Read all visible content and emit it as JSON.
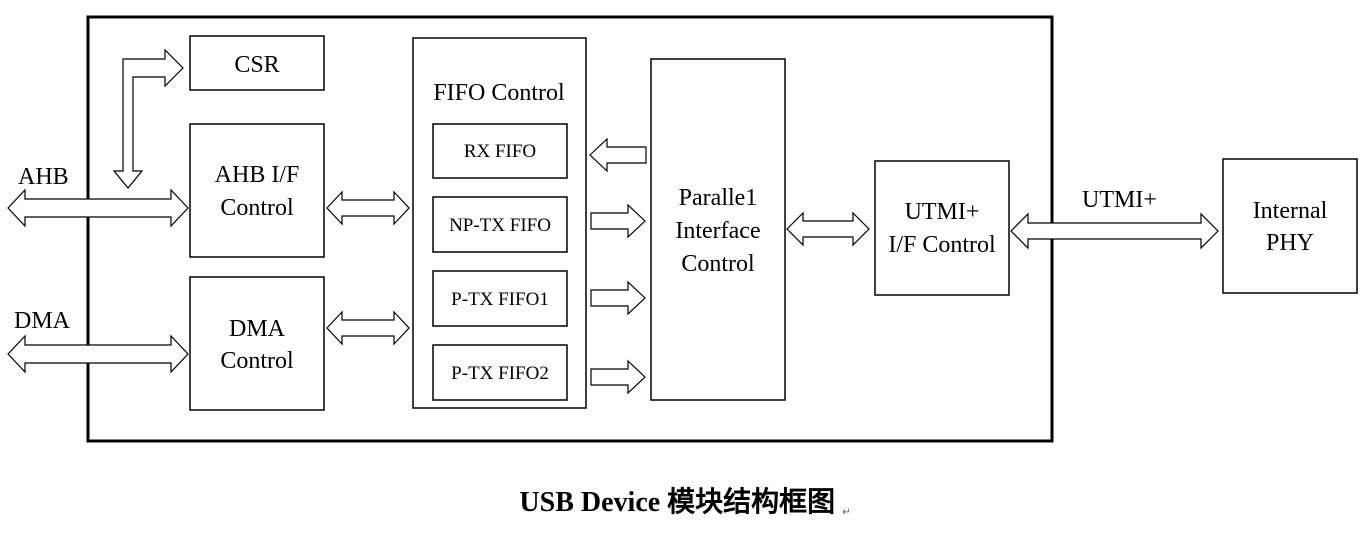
{
  "blocks": {
    "csr": "CSR",
    "ahb_if": [
      "AHB I/F",
      "Control"
    ],
    "dma_ctrl": [
      "DMA",
      "Control"
    ],
    "fifo_control": "FIFO Control",
    "rx_fifo": "RX FIFO",
    "np_tx_fifo": "NP-TX FIFO",
    "p_tx_fifo1": "P-TX FIFO1",
    "p_tx_fifo2": "P-TX FIFO2",
    "parallel_if": [
      "Paralle1",
      "Interface",
      "Control"
    ],
    "utmi_if": [
      "UTMI+",
      "I/F Control"
    ],
    "internal_phy": [
      "Internal",
      "PHY"
    ]
  },
  "external_labels": {
    "ahb": "AHB",
    "dma": "DMA",
    "utmi": "UTMI+"
  },
  "caption": "USB Device 模块结构框图",
  "caption_mark": "↵"
}
